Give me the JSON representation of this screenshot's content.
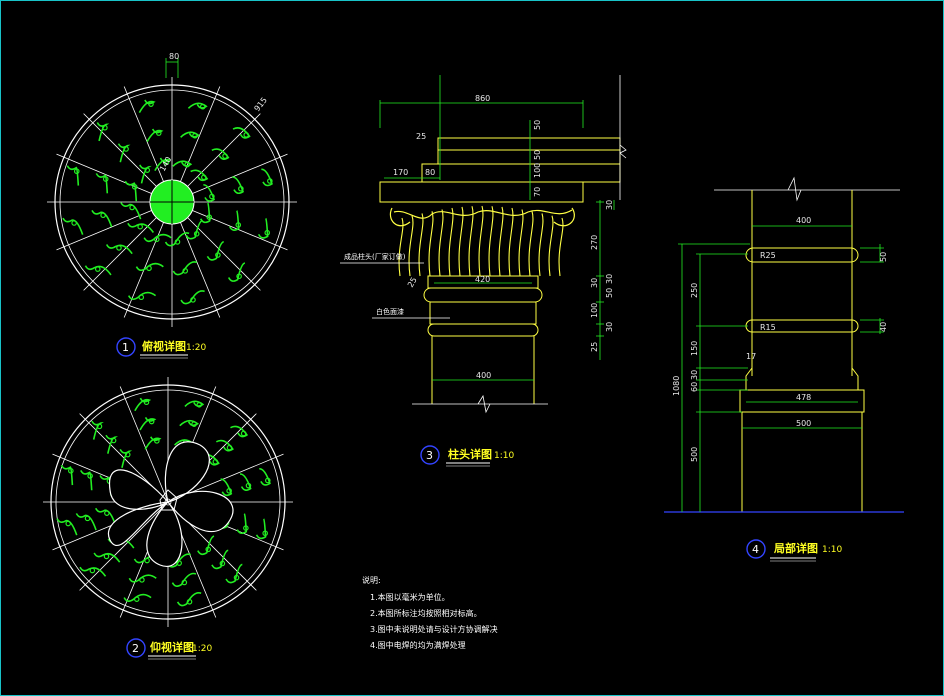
{
  "colors": {
    "background": "#000000",
    "border": "#19c3c8",
    "outline": "#ffff44",
    "ornament": "#22ee22",
    "dimension": "#22ee22",
    "white": "#ffffff",
    "title": "#ffff22",
    "circle_badge": "#3344ff"
  },
  "views": {
    "plan": {
      "number": "1",
      "title": "俯视详图",
      "scale": "1:20",
      "dim_top": "80",
      "dim_radius": "915",
      "dim_inner": "140"
    },
    "bottom": {
      "number": "2",
      "title": "仰视详图",
      "scale": "1:20"
    },
    "capital": {
      "number": "3",
      "title": "柱头详图",
      "scale": "1:10",
      "dims": {
        "d860": "860",
        "d25a": "25",
        "d50a": "50",
        "d50b": "50",
        "d100": "100",
        "d70": "70",
        "d170": "170",
        "d80": "80",
        "d30a": "30",
        "d270": "270",
        "d420": "420",
        "d25b": "25",
        "d30b": "30",
        "d50c": "50",
        "d30c": "30",
        "d100b": "100",
        "d30d": "30",
        "d25c": "25",
        "d400": "400"
      },
      "label_capital": "成品柱头(厂家订做)",
      "label_paint": "白色面漆"
    },
    "detail": {
      "number": "4",
      "title": "局部详图",
      "scale": "1:10",
      "dims": {
        "d400": "400",
        "r25": "R25",
        "d50": "50",
        "d250": "250",
        "r15": "R15",
        "d40": "40",
        "d150": "150",
        "d17": "17",
        "d30": "30",
        "d60": "60",
        "d1080": "1080",
        "d478": "478",
        "d500w": "500",
        "d500h": "500"
      }
    }
  },
  "notes": {
    "heading": "说明:",
    "items": [
      "1.本图以毫米为单位。",
      "2.本图所标注均按照相对标高。",
      "3.图中未说明处请与设计方协调解决",
      "4.图中电焊的均为满焊处理"
    ]
  }
}
